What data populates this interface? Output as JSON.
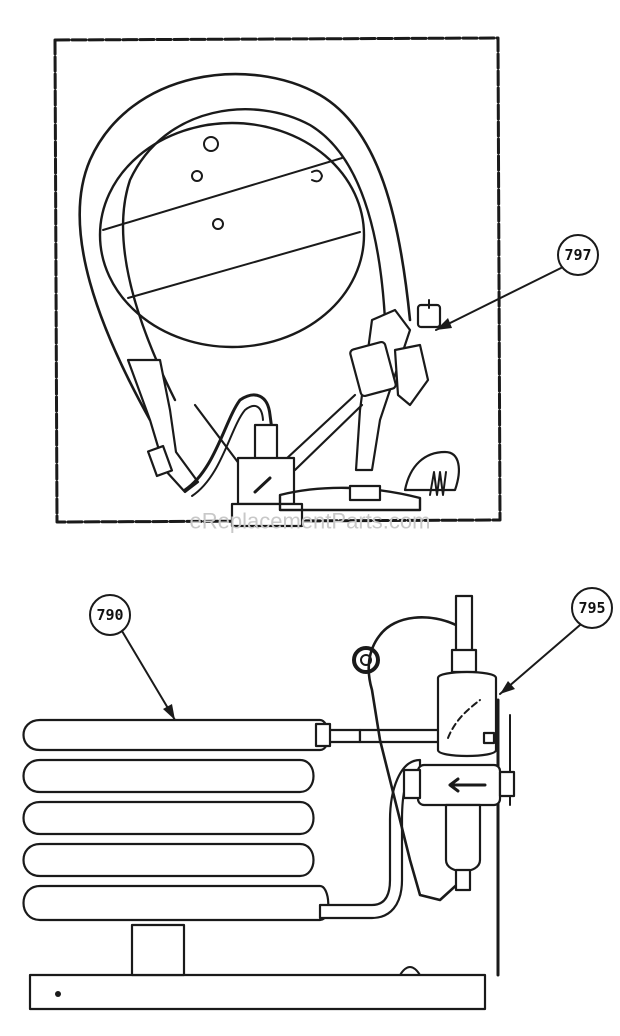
{
  "callouts": {
    "top_assembly": "797",
    "coil": "790",
    "valve": "795"
  },
  "watermark": "eReplacementParts.com",
  "colors": {
    "ink": "#1a1a1a",
    "paper": "#ffffff",
    "watermark": "#c8c8c8"
  }
}
